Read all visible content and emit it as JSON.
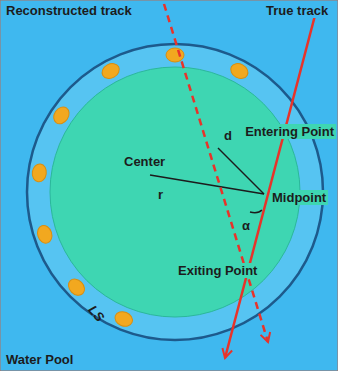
{
  "diagram": {
    "labels": [
      "Reconstructed track",
      "True track",
      "Entering Point",
      "Center",
      "d",
      "r",
      "Midpoint",
      "α",
      "Exiting Point",
      "LS",
      "Water Pool"
    ]
  }
}
